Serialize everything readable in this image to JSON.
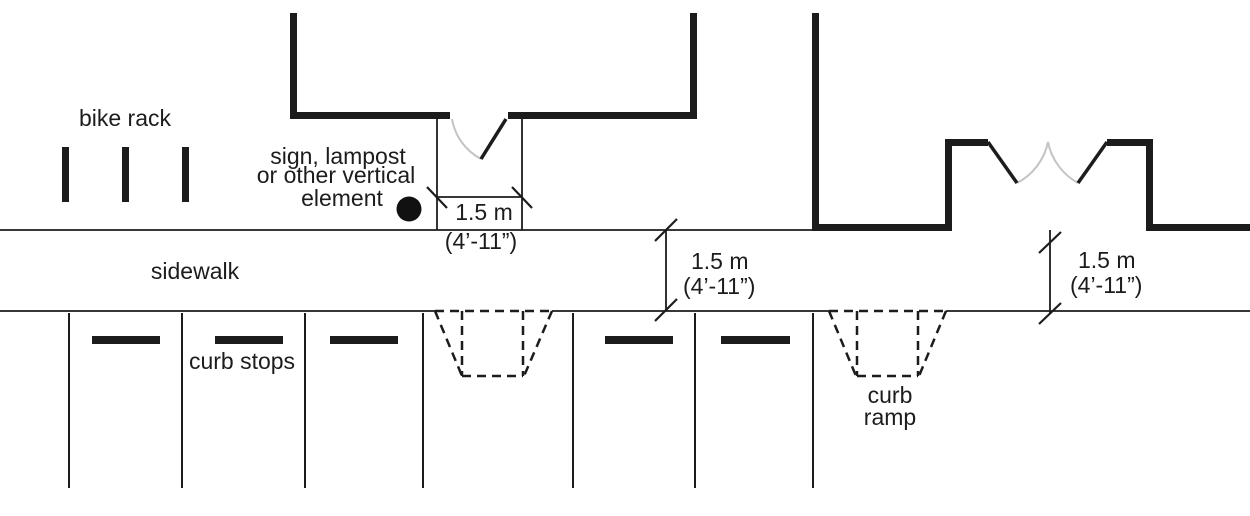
{
  "diagram": {
    "labels": {
      "bike_rack": "bike rack",
      "vertical_element_line1": "sign, lampost",
      "vertical_element_line2": "or other vertical",
      "vertical_element_line3": "element",
      "sidewalk": "sidewalk",
      "curb_stops": "curb stops",
      "curb_ramp_line1": "curb",
      "curb_ramp_line2": "ramp"
    },
    "dimensions": {
      "entry_path_width": {
        "metric": "1.5 m",
        "imperial": "(4’-11”)"
      },
      "sidewalk_clear_width": {
        "metric": "1.5 m",
        "imperial": "(4’-11”)"
      },
      "frontage_clear_width": {
        "metric": "1.5 m",
        "imperial": "(4’-11”)"
      }
    },
    "colors": {
      "ink": "#1c1c1c",
      "door_swing": "#c4c4c4",
      "background": "#ffffff"
    }
  }
}
